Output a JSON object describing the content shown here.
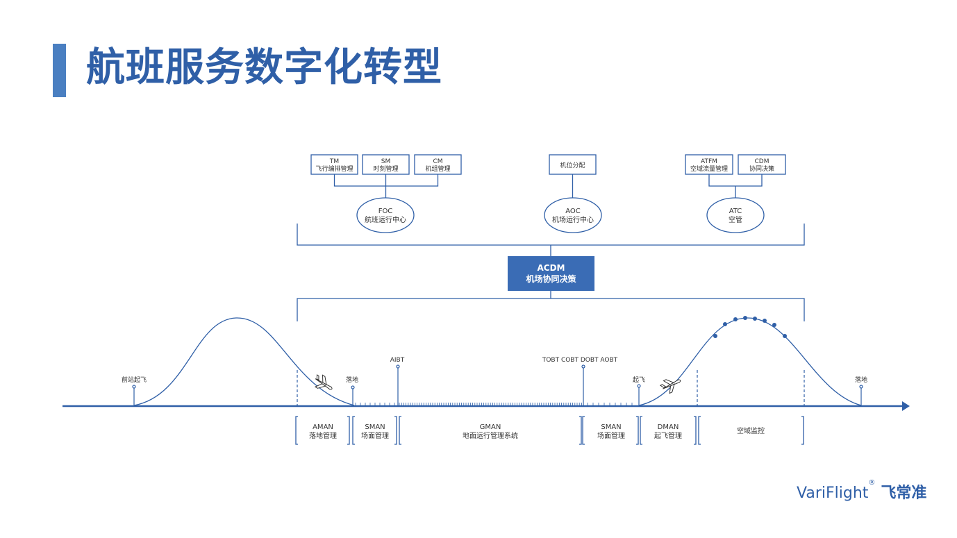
{
  "title": "航班服务数字化转型",
  "top_boxes": [
    {
      "id": "tm",
      "line1": "TM",
      "line2": "飞行编排管理"
    },
    {
      "id": "sm",
      "line1": "SM",
      "line2": "时刻管理"
    },
    {
      "id": "cm",
      "line1": "CM",
      "line2": "机组管理"
    },
    {
      "id": "gate",
      "line1": "",
      "line2": "机位分配"
    },
    {
      "id": "atfm",
      "line1": "ATFM",
      "line2": "空域流量管理"
    },
    {
      "id": "cdm",
      "line1": "CDM",
      "line2": "协同决策"
    }
  ],
  "centers": [
    {
      "id": "foc",
      "line1": "FOC",
      "line2": "航班运行中心"
    },
    {
      "id": "aoc",
      "line1": "AOC",
      "line2": "机场运行中心"
    },
    {
      "id": "atc",
      "line1": "ATC",
      "line2": "空管"
    }
  ],
  "acdm": {
    "line1": "ACDM",
    "line2": "机场协同决策"
  },
  "events": {
    "prev_takeoff": "前站起飞",
    "landing": "落地",
    "aibt": "AIBT",
    "tobt": "TOBT COBT DOBT AOBT",
    "takeoff": "起飞",
    "final_landing": "落地"
  },
  "phases": [
    {
      "id": "aman",
      "line1": "AMAN",
      "line2": "落地管理"
    },
    {
      "id": "sman1",
      "line1": "SMAN",
      "line2": "场面管理"
    },
    {
      "id": "gman",
      "line1": "GMAN",
      "line2": "地面运行管理系统"
    },
    {
      "id": "sman2",
      "line1": "SMAN",
      "line2": "场面管理"
    },
    {
      "id": "dman",
      "line1": "DMAN",
      "line2": "起飞管理"
    },
    {
      "id": "airspace",
      "line1": "",
      "line2": "空域监控"
    }
  ],
  "brand": {
    "name": "VariFlight",
    "mark": "®",
    "cn": "飞常准"
  },
  "colors": {
    "primary": "#2f5fa7",
    "accent": "#4a7fc1",
    "acdm_fill": "#3a6cb5"
  }
}
